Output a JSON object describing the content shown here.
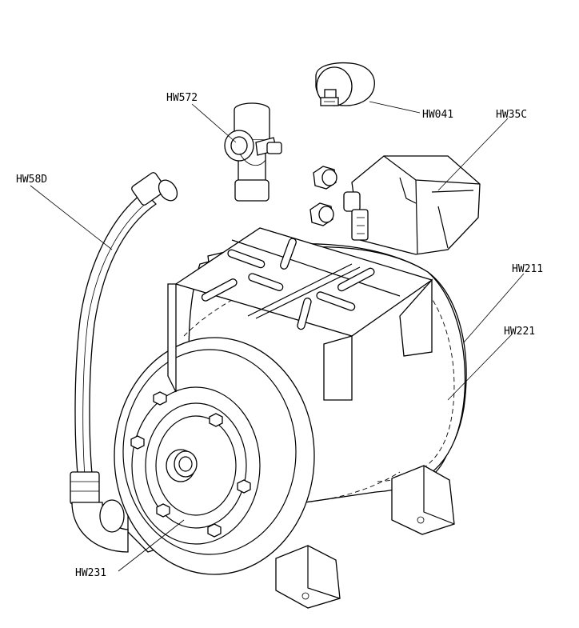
{
  "labels": {
    "hw572": "HW572",
    "hw041": "HW041",
    "hw35c": "HW35C",
    "hw58d": "HW58D",
    "hw211": "HW211",
    "hw221": "HW221",
    "hw231": "HW231"
  }
}
